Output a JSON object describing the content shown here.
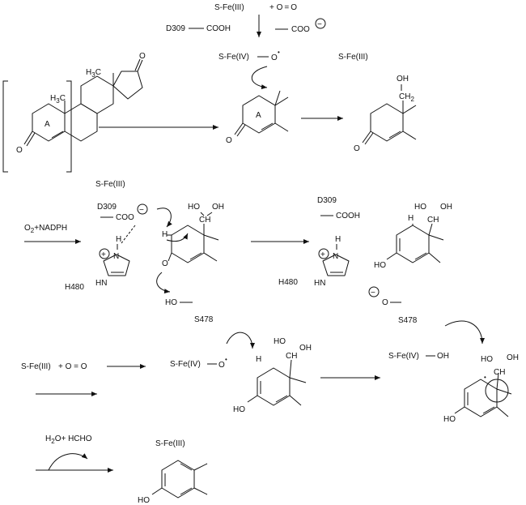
{
  "labels": {
    "sfe3": "S-Fe(III)",
    "sfe4": "S-Fe(IV)",
    "sfe4_oh": "S-Fe(IV)",
    "oxygen_plus": "+ O = O",
    "oxygen_plus2": "+ O = O",
    "d309": "D309",
    "cooh": "COOH",
    "coo": "COO",
    "o": "O",
    "oh": "OH",
    "ho": "HO",
    "h": "H",
    "ch": "CH",
    "ch2": "CH",
    "h3c": "H",
    "ring_a": "A",
    "o2": "O",
    "nadph": "+NADPH",
    "h480": "H480",
    "s478": "S478",
    "nh": "N",
    "hn": "HN",
    "h2o": "H",
    "hcho": "+ HCHO",
    "sub2": "2",
    "sub3": "3",
    "minus": "−",
    "plus": "+",
    "radical": "•"
  }
}
